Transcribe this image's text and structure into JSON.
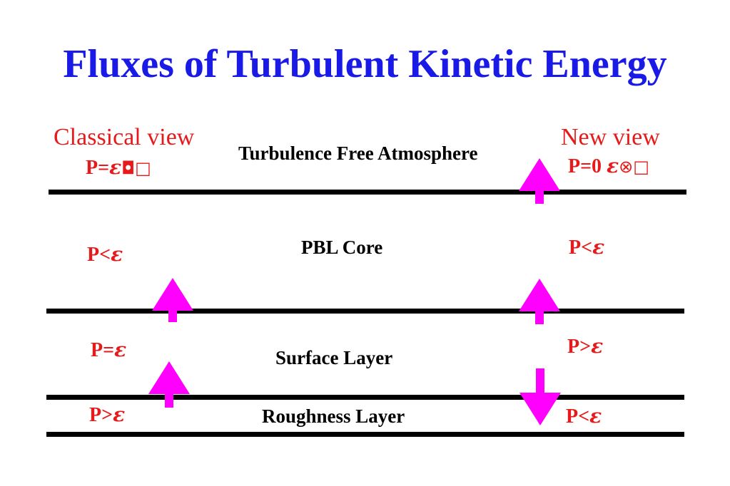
{
  "title": "Fluxes of Turbulent Kinetic Energy",
  "colors": {
    "title": "#1a1ae6",
    "accent": "#e61a1a",
    "arrow": "#ff00ff",
    "line": "#000000"
  },
  "classical": {
    "heading": "Classical view",
    "top_eq": {
      "text": "P=",
      "symbol": "ε",
      "suffix": "◘□"
    },
    "core_eq": {
      "text": "P<",
      "symbol": "ε"
    },
    "surface_eq": {
      "text": "P=",
      "symbol": "ε"
    },
    "roughness_eq": {
      "text": "P>",
      "symbol": "ε"
    }
  },
  "new_view": {
    "heading": "New view",
    "top_eq": {
      "text": "P=0 ",
      "symbol": "ε",
      "suffix": "⊗□"
    },
    "core_eq": {
      "text": "P<",
      "symbol": "ε"
    },
    "surface_eq": {
      "text": "P>",
      "symbol": "ε"
    },
    "roughness_eq": {
      "text": "P<",
      "symbol": "ε"
    }
  },
  "layers": {
    "free_atmosphere": "Turbulence Free Atmosphere",
    "pbl_core": "PBL Core",
    "surface": "Surface Layer",
    "roughness": "Roughness Layer"
  },
  "arrows": [
    {
      "name": "classical-core-up-arrow",
      "direction": "up"
    },
    {
      "name": "classical-surface-up-arrow",
      "direction": "up"
    },
    {
      "name": "new-free-atmosphere-up-arrow",
      "direction": "up"
    },
    {
      "name": "new-core-up-arrow",
      "direction": "up"
    },
    {
      "name": "new-roughness-down-arrow",
      "direction": "down"
    }
  ]
}
